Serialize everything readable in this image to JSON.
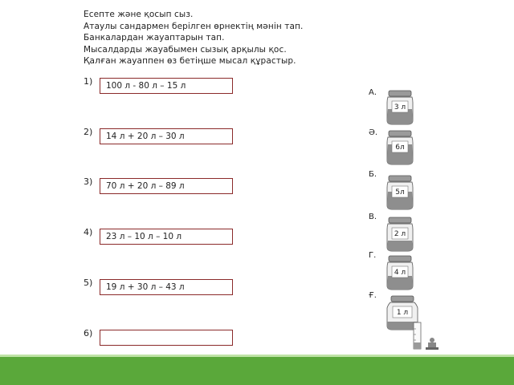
{
  "instructions": [
    "Есепте және қосып сыз.",
    "Атаулы сандармен берілген өрнектің мәнін тап.",
    "Банкалардан жауаптарын тап.",
    "Мысалдарды жауабымен сызық арқылы қос.",
    "Қалған жауаппен өз бетіңше мысал құрастыр."
  ],
  "exercises": [
    {
      "num": "1)",
      "expr": "100 л - 80 л – 15 л"
    },
    {
      "num": "2)",
      "expr": "14 л + 20 л – 30 л"
    },
    {
      "num": "3)",
      "expr": "70 л + 20 л – 89 л"
    },
    {
      "num": "4)",
      "expr": "23 л – 10 л – 10 л"
    },
    {
      "num": "5)",
      "expr": "19 л + 30 л – 43 л"
    },
    {
      "num": "6)",
      "expr": ""
    }
  ],
  "jars": [
    {
      "letter": "А.",
      "label": "3 л"
    },
    {
      "letter": "Ә.",
      "label": "6л"
    },
    {
      "letter": "Б.",
      "label": "5л"
    },
    {
      "letter": "В.",
      "label": "2 л"
    },
    {
      "letter": "Г.",
      "label": "4 л"
    },
    {
      "letter": "Ғ.",
      "label": "1 л"
    }
  ],
  "colors": {
    "box_border": "#8b2a2a",
    "footer_green": "#5aa83a",
    "footer_light": "#bfe3a6"
  }
}
